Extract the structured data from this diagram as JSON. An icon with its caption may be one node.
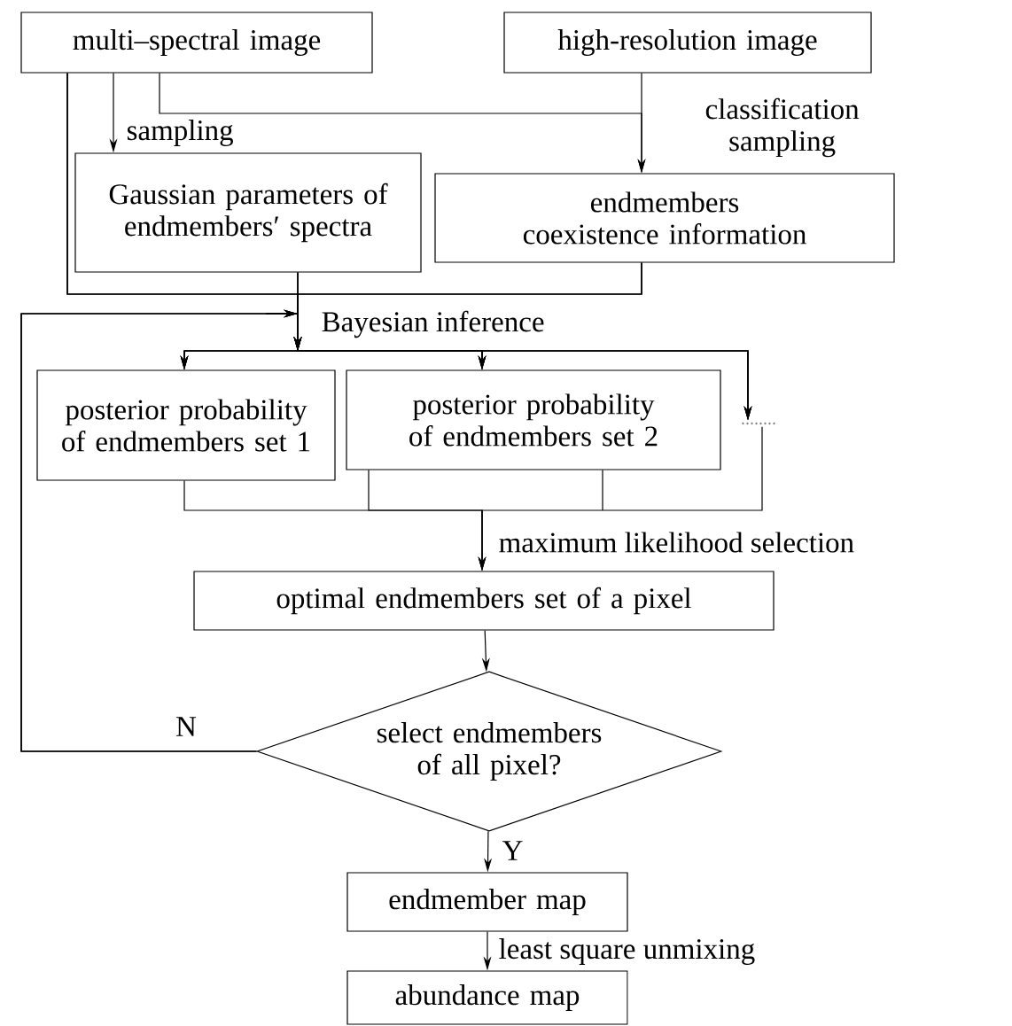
{
  "diagram": {
    "nodes": [
      {
        "text": [
          "multi–spectral image"
        ]
      },
      {
        "text": [
          "high-resolution image"
        ]
      },
      {
        "text": [
          "Gaussian parameters of endmembers′ spectra"
        ]
      },
      {
        "text": [
          "endmembers coexistence information"
        ]
      },
      {
        "text": [
          "posterior probability of endmembers set 1"
        ]
      },
      {
        "text": [
          "posterior probability of endmembers set 2"
        ]
      },
      {
        "text": [
          "........"
        ]
      },
      {
        "text": [
          "optimal endmembers set of a pixel"
        ]
      },
      {
        "text": [
          "select endmembers of all pixel?"
        ]
      },
      {
        "text": [
          "endmember map"
        ]
      },
      {
        "text": [
          "abundance map"
        ]
      }
    ],
    "edges": [
      {
        "from": 0,
        "to": 2,
        "arrow": "to",
        "label": "sampling"
      },
      {
        "from": 1,
        "to": 3,
        "arrow": "to",
        "label": "classification sampling"
      },
      {
        "from": 0,
        "to": 3,
        "arrow": "to"
      },
      {
        "from": 0,
        "to": 4,
        "arrow": "to",
        "label": "Bayesian inference"
      },
      {
        "from": 0,
        "to": 5,
        "arrow": "to"
      },
      {
        "from": 0,
        "to": 6,
        "arrow": "to"
      },
      {
        "from": 2,
        "to": 4,
        "arrow": "to"
      },
      {
        "from": 2,
        "to": 5,
        "arrow": "to"
      },
      {
        "from": 2,
        "to": 6,
        "arrow": "to"
      },
      {
        "from": 3,
        "to": 4,
        "arrow": "to"
      },
      {
        "from": 3,
        "to": 5,
        "arrow": "to"
      },
      {
        "from": 3,
        "to": 6,
        "arrow": "to"
      },
      {
        "from": 8,
        "to": 4,
        "arrow": "to",
        "label": "N"
      },
      {
        "from": 8,
        "to": 5,
        "arrow": "to"
      },
      {
        "from": 8,
        "to": 6,
        "arrow": "to"
      },
      {
        "from": 4,
        "to": 7,
        "arrow": "to",
        "label": "maximum likelihood selection"
      },
      {
        "from": 5,
        "to": 7,
        "arrow": "to"
      },
      {
        "from": 6,
        "to": 7,
        "arrow": "to"
      },
      {
        "from": 7,
        "to": 8,
        "arrow": "to"
      },
      {
        "from": 8,
        "to": 9,
        "arrow": "to",
        "label": "Y"
      },
      {
        "from": 9,
        "to": 10,
        "arrow": "to",
        "label": "least square unmixing"
      }
    ]
  }
}
